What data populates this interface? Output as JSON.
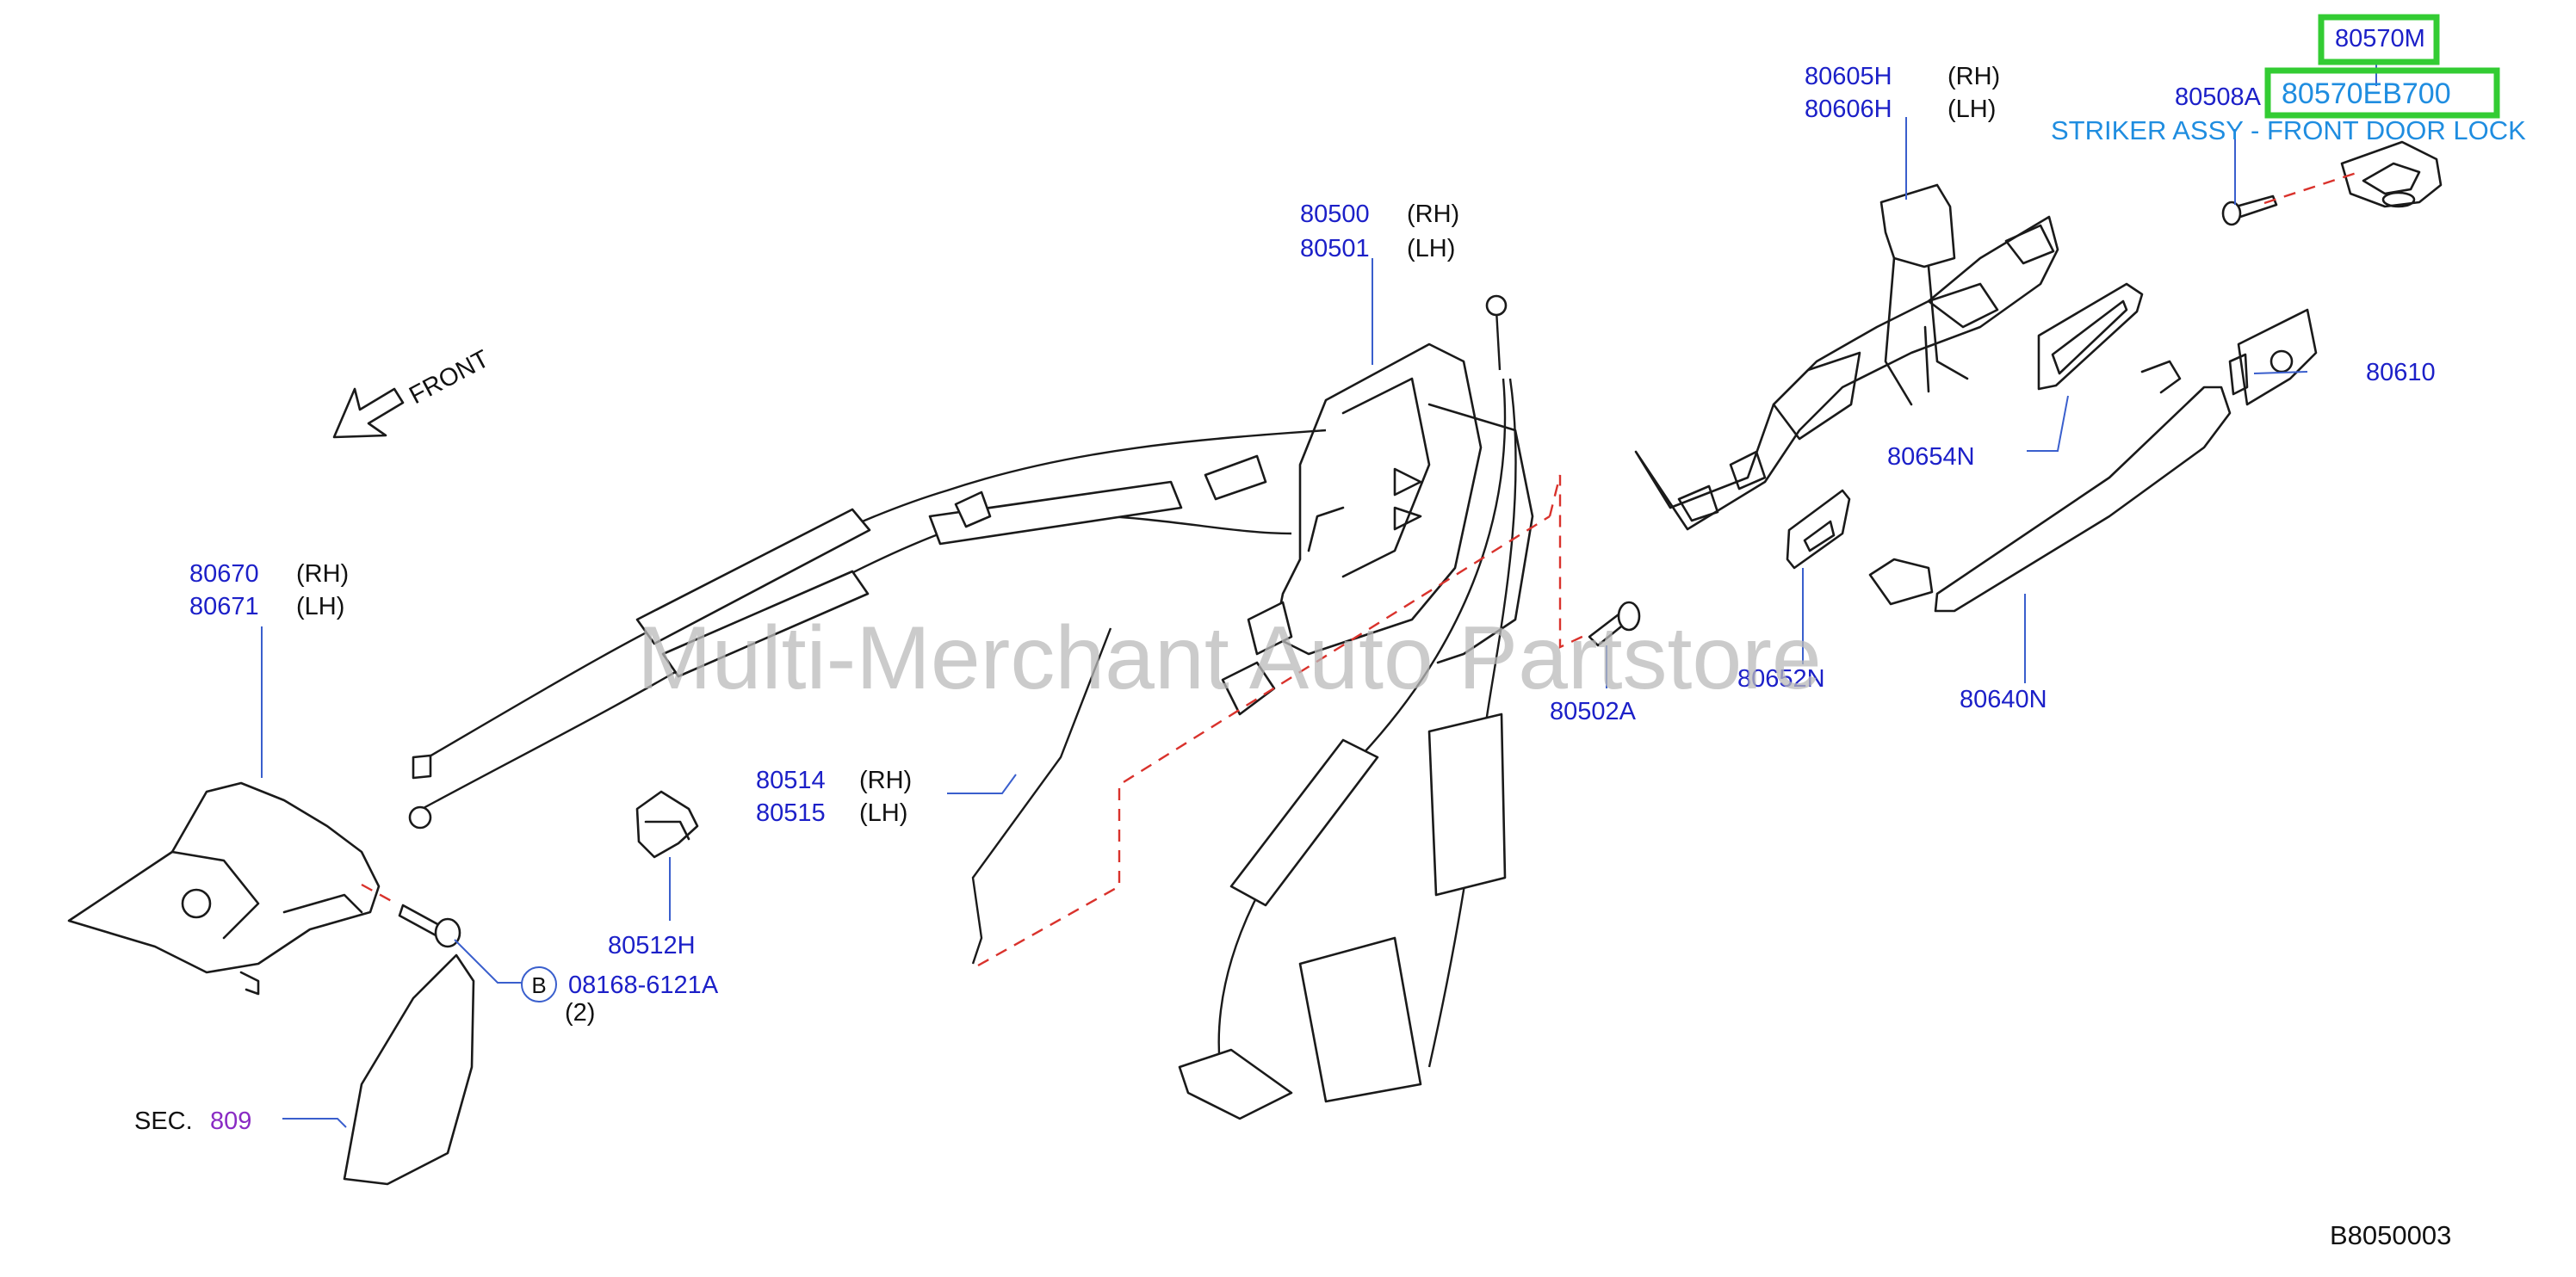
{
  "diagram": {
    "front_label": "FRONT",
    "watermark": "Multi-Merchant Auto Partstore",
    "diagram_code": "B8050003",
    "highlight": {
      "part_code": "80570M",
      "part_number": "80570EB700",
      "description": "STRIKER ASSY - FRONT DOOR LOCK"
    },
    "labels": {
      "p80605H": "80605H",
      "p80605H_side": "(RH)",
      "p80606H": "80606H",
      "p80606H_side": "(LH)",
      "p80508A": "80508A",
      "p80500": "80500",
      "p80500_side": "(RH)",
      "p80501": "80501",
      "p80501_side": "(LH)",
      "p80610": "80610",
      "p80654N": "80654N",
      "p80670": "80670",
      "p80670_side": "(RH)",
      "p80671": "80671",
      "p80671_side": "(LH)",
      "p80502A": "80502A",
      "p80652N": "80652N",
      "p80640N": "80640N",
      "p80514": "80514",
      "p80514_side": "(RH)",
      "p80515": "80515",
      "p80515_side": "(LH)",
      "p80512H": "80512H",
      "bolt_callout": "B",
      "p08168": "08168-6121A",
      "bolt_qty": "(2)",
      "sec_prefix": "SEC.",
      "sec_number": "809"
    }
  }
}
